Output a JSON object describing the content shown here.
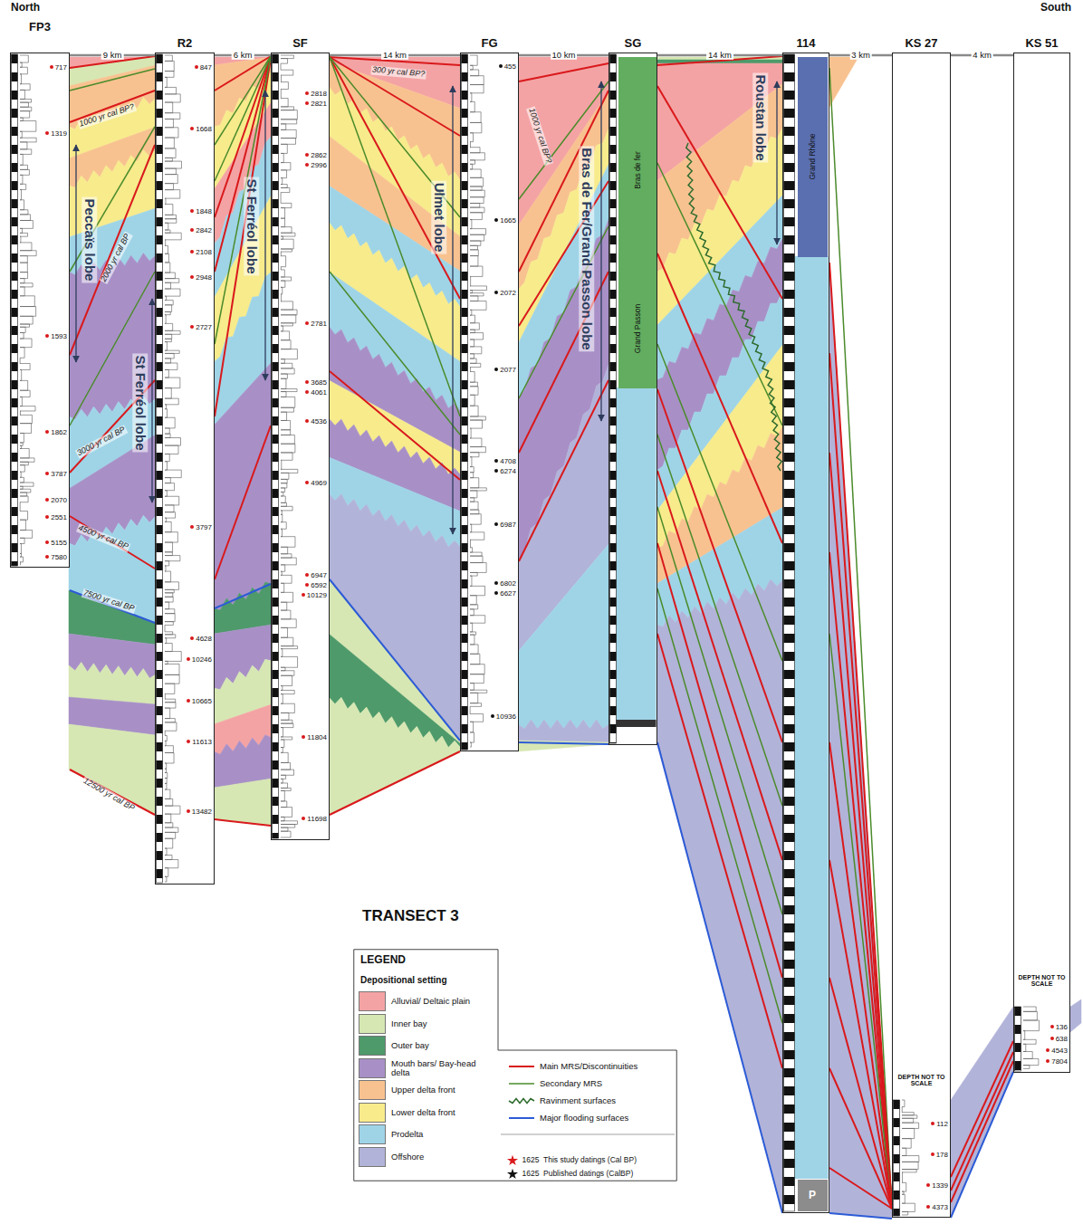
{
  "diagram": {
    "title": "TRANSECT 3",
    "nodes": [
      {
        "text": [
          "FP3",
          "717",
          "1319",
          "1593",
          "1862",
          "3787",
          "2070",
          "2551",
          "5155",
          "7580"
        ]
      },
      {
        "text": [
          "R2",
          "847",
          "1668",
          "1848",
          "2842",
          "2108",
          "2948",
          "2727",
          "3797",
          "4628",
          "10246",
          "10665",
          "11613",
          "13482"
        ]
      },
      {
        "text": [
          "SF",
          "2818",
          "2821",
          "2862",
          "2996",
          "2781",
          "3685",
          "4061",
          "4536",
          "4969",
          "6947",
          "6592",
          "10129",
          "11804",
          "11698"
        ]
      },
      {
        "text": [
          "FG",
          "455",
          "1665",
          "2072",
          "2077",
          "4708",
          "6274",
          "6987",
          "6802",
          "6627",
          "10936"
        ]
      },
      {
        "text": [
          "SG"
        ]
      },
      {
        "text": [
          "Bras de fer",
          "Grand Passon"
        ],
        "in": 4
      },
      {
        "text": [
          "114"
        ]
      },
      {
        "text": [
          "Grand Rhône"
        ],
        "in": 6
      },
      {
        "text": [
          "P"
        ],
        "in": 6
      },
      {
        "text": [
          "KS 27",
          "DEPTH NOT TO SCALE",
          "112",
          "178",
          "1339",
          "4373"
        ]
      },
      {
        "text": [
          "KS 51",
          "DEPTH NOT TO SCALE",
          "136",
          "638",
          "4543",
          "7804"
        ]
      },
      {
        "text": [
          "LEGEND",
          "Depositional setting"
        ]
      }
    ],
    "edges": [
      {
        "from": 0,
        "to": 1,
        "arrow": "none",
        "label": "9 km"
      },
      {
        "from": 1,
        "to": 2,
        "arrow": "none",
        "label": "6 km"
      },
      {
        "from": 2,
        "to": 3,
        "arrow": "none",
        "label": "14 km"
      },
      {
        "from": 3,
        "to": 4,
        "arrow": "none",
        "label": "10 km"
      },
      {
        "from": 4,
        "to": 6,
        "arrow": "none",
        "label": "14 km"
      },
      {
        "from": 6,
        "to": 9,
        "arrow": "none",
        "label": "3 km"
      },
      {
        "from": 9,
        "to": 10,
        "arrow": "none",
        "label": "4 km"
      }
    ],
    "labels": [
      "North",
      "South",
      "Peccaïs lobe",
      "St Ferréol lobe",
      "St Ferréol lobe",
      "Ulmet lobe",
      "Bras de Fer/Grand Passon lobe",
      "Roustan lobe",
      "300 yr cal BP?",
      "1000 yr cal BP?",
      "2000 yr cal BP",
      "3000 yr cal BP",
      "4500 yr cal BP",
      "7500 yr cal BP",
      "12500 yr cal BP",
      "1000 yr cal BP?",
      "1625",
      "1625"
    ],
    "legend": [
      {
        "text": "Alluvial/ Deltaic plain",
        "color": "#f4a3a4"
      },
      {
        "text": "Inner bay",
        "color": "#d6e7b3"
      },
      {
        "text": "Outer bay",
        "color": "#4e9a6b"
      },
      {
        "text": "Mouth bars/ Bay-head delta",
        "color": "#a890c7"
      },
      {
        "text": "Upper delta front",
        "color": "#f8c290"
      },
      {
        "text": "Lower delta front",
        "color": "#f7eb8c"
      },
      {
        "text": "Prodelta",
        "color": "#9fd4e7"
      },
      {
        "text": "Offshore",
        "color": "#b2b3d9"
      },
      {
        "text": "Main MRS/Discontinuities"
      },
      {
        "text": "Secondary MRS"
      },
      {
        "text": "Ravinment surfaces"
      },
      {
        "text": "Major flooding surfaces"
      },
      {
        "text": "This study datings (Cal BP)"
      },
      {
        "text": "Published datings (CalBP)"
      }
    ]
  }
}
